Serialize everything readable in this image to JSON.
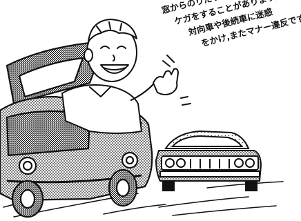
{
  "caption": {
    "lines": [
      "窓からのりだすと思いがけない",
      "ケガをすることがあります。",
      "対向車や後続車に迷惑",
      "をかけ,またマナー違反です。"
    ]
  },
  "colors": {
    "ink": "#111111",
    "paper": "#ffffff",
    "tone": "#9a9a9a"
  },
  "figures": {
    "foreground": "smiling-man-leaning-out-car-window",
    "background": "oncoming-car"
  }
}
